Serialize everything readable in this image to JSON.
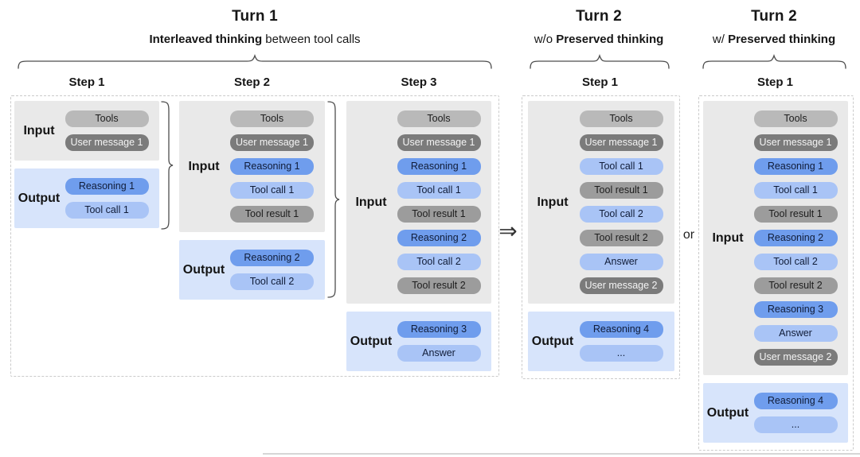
{
  "headers": {
    "turn1": {
      "title": "Turn 1",
      "sub_pre": "",
      "sub_bold": "Interleaved thinking",
      "sub_post": " between tool calls"
    },
    "turn2_without": {
      "title": "Turn 2",
      "sub_pre": "w/o ",
      "sub_bold": "Preserved thinking",
      "sub_post": ""
    },
    "turn2_with": {
      "title": "Turn 2",
      "sub_pre": "w/ ",
      "sub_bold": "Preserved thinking",
      "sub_post": ""
    }
  },
  "labels": {
    "input": "Input",
    "output": "Output"
  },
  "connectors": {
    "arrow": "⇒",
    "or": "or"
  },
  "steps": {
    "turn1_step1": {
      "title": "Step 1",
      "input_items": [
        {
          "type": "tools",
          "label": "Tools"
        },
        {
          "type": "user",
          "label": "User message 1"
        }
      ],
      "output_items": [
        {
          "type": "reasoning",
          "label": "Reasoning 1"
        },
        {
          "type": "toolcall",
          "label": "Tool call 1"
        }
      ]
    },
    "turn1_step2": {
      "title": "Step 2",
      "input_items": [
        {
          "type": "tools",
          "label": "Tools"
        },
        {
          "type": "user",
          "label": "User message 1"
        },
        {
          "type": "reasoning",
          "label": "Reasoning 1"
        },
        {
          "type": "toolcall",
          "label": "Tool call 1"
        },
        {
          "type": "result",
          "label": "Tool result 1"
        }
      ],
      "output_items": [
        {
          "type": "reasoning",
          "label": "Reasoning 2"
        },
        {
          "type": "toolcall",
          "label": "Tool call 2"
        }
      ]
    },
    "turn1_step3": {
      "title": "Step 3",
      "input_items": [
        {
          "type": "tools",
          "label": "Tools"
        },
        {
          "type": "user",
          "label": "User message 1"
        },
        {
          "type": "reasoning",
          "label": "Reasoning 1"
        },
        {
          "type": "toolcall",
          "label": "Tool call 1"
        },
        {
          "type": "result",
          "label": "Tool result 1"
        },
        {
          "type": "reasoning",
          "label": "Reasoning 2"
        },
        {
          "type": "toolcall",
          "label": "Tool call 2"
        },
        {
          "type": "result",
          "label": "Tool result 2"
        }
      ],
      "output_items": [
        {
          "type": "reasoning",
          "label": "Reasoning 3"
        },
        {
          "type": "answer",
          "label": "Answer"
        }
      ]
    },
    "turn2_without_step1": {
      "title": "Step 1",
      "input_items": [
        {
          "type": "tools",
          "label": "Tools"
        },
        {
          "type": "user",
          "label": "User message 1"
        },
        {
          "type": "toolcall",
          "label": "Tool call 1"
        },
        {
          "type": "result",
          "label": "Tool result 1"
        },
        {
          "type": "toolcall",
          "label": "Tool call 2"
        },
        {
          "type": "result",
          "label": "Tool result 2"
        },
        {
          "type": "answer",
          "label": "Answer"
        },
        {
          "type": "user",
          "label": "User message 2"
        }
      ],
      "output_items": [
        {
          "type": "reasoning",
          "label": "Reasoning 4"
        },
        {
          "type": "ellipsis",
          "label": "..."
        }
      ]
    },
    "turn2_with_step1": {
      "title": "Step 1",
      "input_items": [
        {
          "type": "tools",
          "label": "Tools"
        },
        {
          "type": "user",
          "label": "User message 1"
        },
        {
          "type": "reasoning",
          "label": "Reasoning 1"
        },
        {
          "type": "toolcall",
          "label": "Tool call 1"
        },
        {
          "type": "result",
          "label": "Tool result 1"
        },
        {
          "type": "reasoning",
          "label": "Reasoning 2"
        },
        {
          "type": "toolcall",
          "label": "Tool call 2"
        },
        {
          "type": "result",
          "label": "Tool result 2"
        },
        {
          "type": "reasoning",
          "label": "Reasoning 3"
        },
        {
          "type": "answer",
          "label": "Answer"
        },
        {
          "type": "user",
          "label": "User message 2"
        }
      ],
      "output_items": [
        {
          "type": "reasoning",
          "label": "Reasoning 4"
        },
        {
          "type": "ellipsis",
          "label": "..."
        }
      ]
    }
  },
  "palette": {
    "input_box": "#e9e9e9",
    "output_box": "#d7e4fb",
    "tools": "#b9b9b9",
    "user": "#7b7b7b",
    "result": "#9c9c9c",
    "reasoning": "#6f9ded",
    "toolcall": "#a9c4f6"
  }
}
